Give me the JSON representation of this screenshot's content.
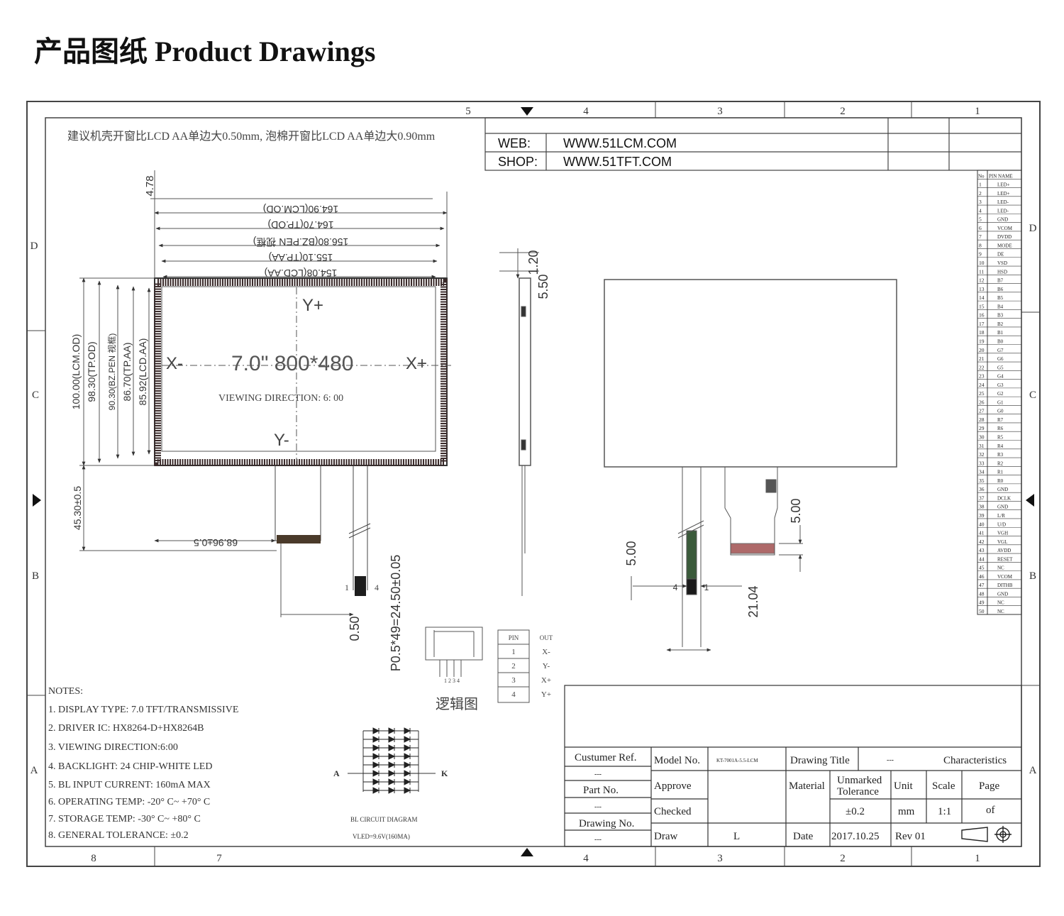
{
  "page_title": "产品图纸 Product Drawings",
  "chinese_note": "建议机壳开窗比LCD AA单边大0.50mm, 泡棉开窗比LCD AA单边大0.90mm",
  "frame": {
    "top_zones": [
      "5",
      "4",
      "3",
      "2",
      "1"
    ],
    "bottom_zones": [
      "8",
      "7",
      "4",
      "3",
      "2",
      "1"
    ],
    "left_zones": [
      "D",
      "C",
      "B",
      "A"
    ],
    "right_zones": [
      "D",
      "C",
      "B",
      "A"
    ]
  },
  "header": {
    "web_label": "WEB:",
    "web_value": "WWW.51LCM.COM",
    "shop_label": "SHOP:",
    "shop_value": "WWW.51TFT.COM"
  },
  "front_view": {
    "dims_horizontal": [
      "164.90(LCM.OD)",
      "164.70(TP.OD)",
      "156.80(BZ.PEN 视框)",
      "155.10(TP.AA)",
      "154.08(LCD.AA)"
    ],
    "dims_vertical": [
      "100.00(LCM.OD)",
      "98.30(TP.OD)",
      "90.30(BZ.PEN 视框)",
      "86.70(TP.AA)",
      "85.92(LCD.AA)"
    ],
    "dim_top_offset": "4.78",
    "dim_tail_height": "45.30±0.5",
    "dim_tail_offset": "68.96±0.5",
    "dim_pitch": "0.50",
    "dim_fpc": "P0.5*49=24.50±0.05",
    "y_plus": "Y+",
    "y_minus": "Y-",
    "x_minus": "X-",
    "x_plus": "X+",
    "center_label": "7.0\" 800*480",
    "viewing_direction": "VIEWING DIRECTION:   6: 00",
    "pin_1": "1",
    "pin_4": "4"
  },
  "side_view": {
    "dim_thickness_top": "1.20",
    "dim_thickness": "5.50"
  },
  "back_view": {
    "dim_a": "5.00",
    "dim_b": "5.00",
    "dim_c": "21.04",
    "pin_4": "4",
    "pin_1": "1"
  },
  "logic": {
    "caption": "逻辑图",
    "pin_numbers": "1 2 3 4",
    "table_header_pin": "PIN",
    "table_header_out": "OUT",
    "rows": [
      {
        "pin": "1",
        "out": "X-"
      },
      {
        "pin": "2",
        "out": "Y-"
      },
      {
        "pin": "3",
        "out": "X+"
      },
      {
        "pin": "4",
        "out": "Y+"
      }
    ]
  },
  "circuit": {
    "anode": "A",
    "cathode": "K",
    "caption1": "BL CIRCUIT DIAGRAM",
    "caption2": "VLED=9.6V(160MA)"
  },
  "pin_table": {
    "header_no": "No",
    "header_name": "PIN NAME",
    "pins": [
      {
        "no": "1",
        "name": "LED+"
      },
      {
        "no": "2",
        "name": "LED+"
      },
      {
        "no": "3",
        "name": "LED-"
      },
      {
        "no": "4",
        "name": "LED-"
      },
      {
        "no": "5",
        "name": "GND"
      },
      {
        "no": "6",
        "name": "VCOM"
      },
      {
        "no": "7",
        "name": "DVDD"
      },
      {
        "no": "8",
        "name": "MODE"
      },
      {
        "no": "9",
        "name": "DE"
      },
      {
        "no": "10",
        "name": "VSD"
      },
      {
        "no": "11",
        "name": "HSD"
      },
      {
        "no": "12",
        "name": "B7"
      },
      {
        "no": "13",
        "name": "B6"
      },
      {
        "no": "14",
        "name": "B5"
      },
      {
        "no": "15",
        "name": "B4"
      },
      {
        "no": "16",
        "name": "B3"
      },
      {
        "no": "17",
        "name": "B2"
      },
      {
        "no": "18",
        "name": "B1"
      },
      {
        "no": "19",
        "name": "B0"
      },
      {
        "no": "20",
        "name": "G7"
      },
      {
        "no": "21",
        "name": "G6"
      },
      {
        "no": "22",
        "name": "G5"
      },
      {
        "no": "23",
        "name": "G4"
      },
      {
        "no": "24",
        "name": "G3"
      },
      {
        "no": "25",
        "name": "G2"
      },
      {
        "no": "26",
        "name": "G1"
      },
      {
        "no": "27",
        "name": "G0"
      },
      {
        "no": "28",
        "name": "R7"
      },
      {
        "no": "29",
        "name": "R6"
      },
      {
        "no": "30",
        "name": "R5"
      },
      {
        "no": "31",
        "name": "R4"
      },
      {
        "no": "32",
        "name": "R3"
      },
      {
        "no": "33",
        "name": "R2"
      },
      {
        "no": "34",
        "name": "R1"
      },
      {
        "no": "35",
        "name": "R0"
      },
      {
        "no": "36",
        "name": "GND"
      },
      {
        "no": "37",
        "name": "DCLK"
      },
      {
        "no": "38",
        "name": "GND"
      },
      {
        "no": "39",
        "name": "L/R"
      },
      {
        "no": "40",
        "name": "U/D"
      },
      {
        "no": "41",
        "name": "VGH"
      },
      {
        "no": "42",
        "name": "VGL"
      },
      {
        "no": "43",
        "name": "AVDD"
      },
      {
        "no": "44",
        "name": "RESET"
      },
      {
        "no": "45",
        "name": "NC"
      },
      {
        "no": "46",
        "name": "VCOM"
      },
      {
        "no": "47",
        "name": "DITHB"
      },
      {
        "no": "48",
        "name": "GND"
      },
      {
        "no": "49",
        "name": "NC"
      },
      {
        "no": "50",
        "name": "NC"
      }
    ]
  },
  "notes": {
    "heading": "NOTES:",
    "items": [
      "1. DISPLAY TYPE:  7.0 TFT/TRANSMISSIVE",
      "2. DRIVER IC:  HX8264-D+HX8264B",
      "3. VIEWING DIRECTION:6:00",
      "4. BACKLIGHT:   24 CHIP-WHITE LED",
      "5. BL INPUT CURRENT: 160mA MAX",
      "6. OPERATING TEMP: -20° C~ +70° C",
      "7. STORAGE TEMP: -30° C~ +80° C",
      "8. GENERAL TOLERANCE: ±0.2"
    ]
  },
  "title_block": {
    "customer_ref": "Custumer Ref.",
    "dash1": "---",
    "part_no": "Part No.",
    "dash2": "---",
    "drawing_no": "Drawing No.",
    "dash3": "---",
    "model_no_label": "Model No.",
    "model_no_value": "KT-7001A-5.5-LCM",
    "drawing_title_label": "Drawing Title",
    "drawing_title_dash": "---",
    "drawing_title_value": "Characteristics",
    "approve": "Approve",
    "material": "Material",
    "unmarked_tolerance_1": "Unmarked",
    "unmarked_tolerance_2": "Tolerance",
    "unit": "Unit",
    "scale": "Scale",
    "page": "Page",
    "checked": "Checked",
    "tolerance_value": "±0.2",
    "unit_value": "mm",
    "scale_value": "1:1",
    "page_value": "of",
    "draw": "Draw",
    "draw_value": "L",
    "date_label": "Date",
    "date_value": "2017.10.25",
    "rev": "Rev 01"
  }
}
